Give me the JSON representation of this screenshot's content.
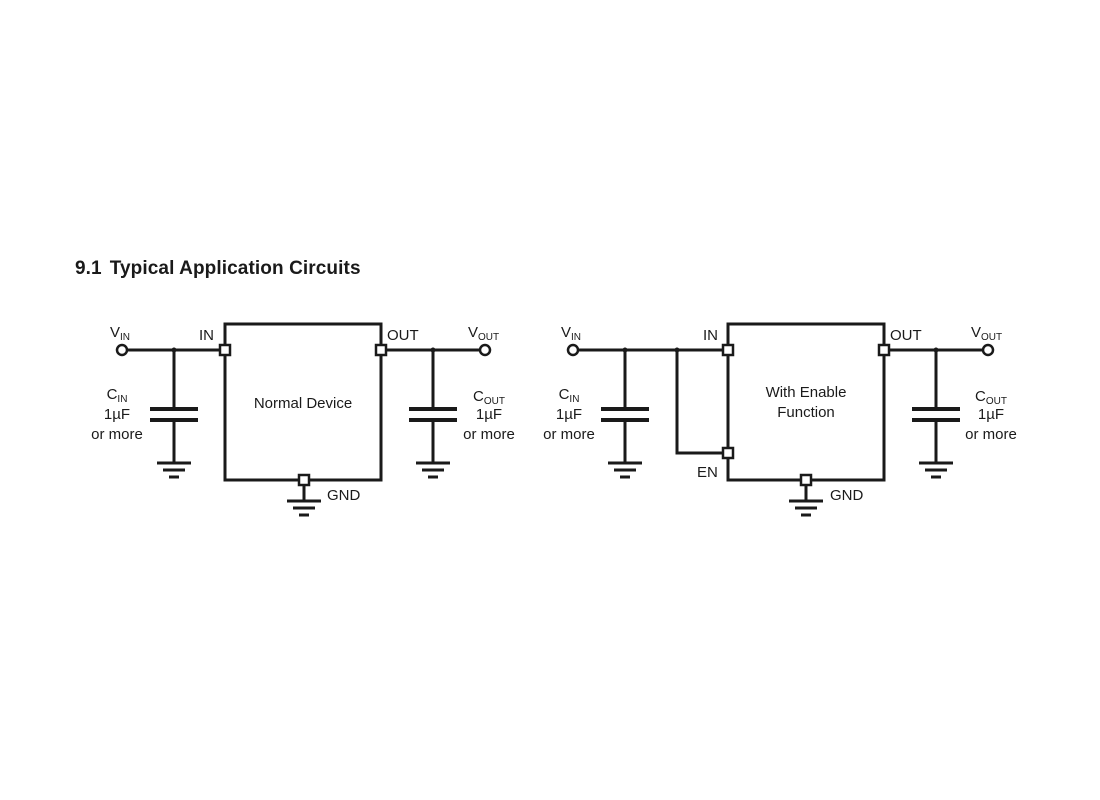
{
  "section": {
    "number": "9.1",
    "title": "Typical Application Circuits"
  },
  "circuits": [
    {
      "device_label": [
        "Normal Device"
      ],
      "vin": {
        "main": "V",
        "sub": "IN"
      },
      "vout": {
        "main": "V",
        "sub": "OUT"
      },
      "pin_in": "IN",
      "pin_out": "OUT",
      "pin_gnd": "GND",
      "cin": {
        "main": "C",
        "sub": "IN",
        "value": "1µF",
        "note": "or more"
      },
      "cout": {
        "main": "C",
        "sub": "OUT",
        "value": "1µF",
        "note": "or more"
      }
    },
    {
      "device_label": [
        "With Enable",
        "Function"
      ],
      "vin": {
        "main": "V",
        "sub": "IN"
      },
      "vout": {
        "main": "V",
        "sub": "OUT"
      },
      "pin_in": "IN",
      "pin_out": "OUT",
      "pin_gnd": "GND",
      "pin_en": "EN",
      "cin": {
        "main": "C",
        "sub": "IN",
        "value": "1µF",
        "note": "or more"
      },
      "cout": {
        "main": "C",
        "sub": "OUT",
        "value": "1µF",
        "note": "or more"
      }
    }
  ]
}
